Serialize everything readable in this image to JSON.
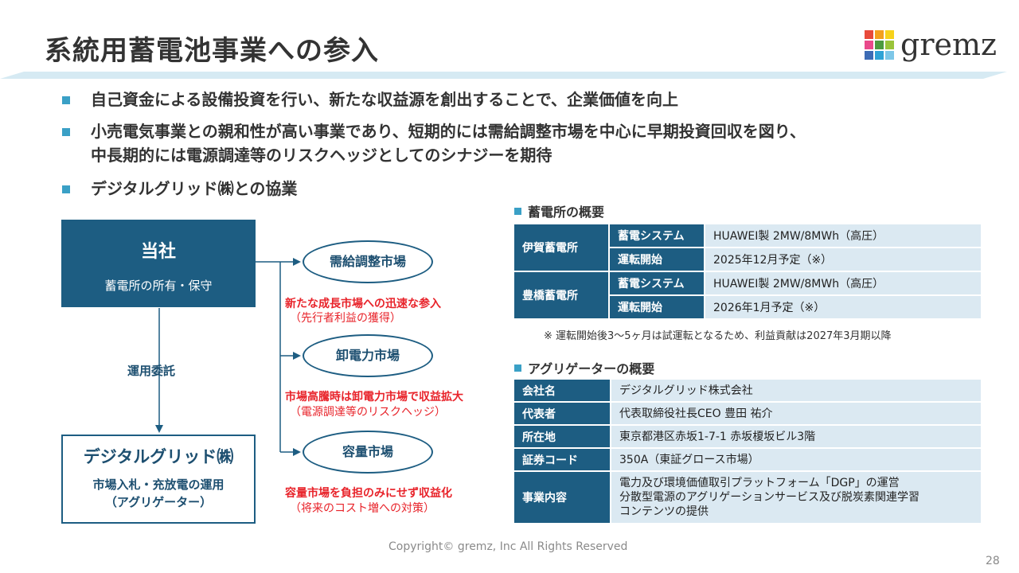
{
  "title": "系統用蓄電池事業への参入",
  "logo": {
    "text": "gremz",
    "colors": [
      "#e84a3b",
      "#f3a01d",
      "#f7d21b",
      "#e9498b",
      "#4c9a3f",
      "#9ac43a",
      "#3d6cb5",
      "#2fa3d6",
      "#7dc7e8"
    ]
  },
  "theme": {
    "primary": "#1d5d82",
    "accent": "#3aa0c6",
    "red": "#e8232a",
    "light": "#dbe9f2"
  },
  "bullets": [
    {
      "lines": [
        "自己資金による設備投資を行い、新たな収益源を創出することで、企業価値を向上"
      ]
    },
    {
      "lines": [
        "小売電気事業との親和性が高い事業であり、短期的には需給調整市場を中心に早期投資回収を図り、",
        "中長期的には電源調達等のリスクヘッジとしてのシナジーを期待"
      ]
    },
    {
      "lines": [
        "デジタルグリッド㈱との協業"
      ]
    }
  ],
  "diagram": {
    "company": {
      "name": "当社",
      "role": "蓄電所の所有・保守"
    },
    "delegate": "運用委託",
    "partner": {
      "name": "デジタルグリッド㈱",
      "role1": "市場入札・充放電の運用",
      "role2": "（アグリゲーター）"
    },
    "markets": [
      {
        "name": "需給調整市場",
        "note": "新たな成長市場への迅速な参入",
        "sub": "（先行者利益の獲得）"
      },
      {
        "name": "卸電力市場",
        "note": "市場高騰時は卸電力市場で収益拡大",
        "sub": "（電源調達等のリスクヘッジ）"
      },
      {
        "name": "容量市場",
        "note": "容量市場を負担のみにせず収益化",
        "sub": "（将来のコスト増への対策）"
      }
    ]
  },
  "storage": {
    "title": "蓄電所の概要",
    "sites": [
      {
        "name": "伊賀蓄電所",
        "rows": [
          {
            "label": "蓄電システム",
            "value": "HUAWEI製 2MW/8MWh（高圧）"
          },
          {
            "label": "運転開始",
            "value": "2025年12月予定（※）"
          }
        ]
      },
      {
        "name": "豊橋蓄電所",
        "rows": [
          {
            "label": "蓄電システム",
            "value": "HUAWEI製 2MW/8MWh（高圧）"
          },
          {
            "label": "運転開始",
            "value": "2026年1月予定（※）"
          }
        ]
      }
    ],
    "footnote": "※ 運転開始後3～5ヶ月は試運転となるため、利益貢献は2027年3月期以降"
  },
  "aggregator": {
    "title": "アグリゲーターの概要",
    "rows": [
      {
        "label": "会社名",
        "value": "デジタルグリッド株式会社"
      },
      {
        "label": "代表者",
        "value": "代表取締役社長CEO 豊田 祐介"
      },
      {
        "label": "所在地",
        "value": "東京都港区赤坂1-7-1 赤坂榎坂ビル3階"
      },
      {
        "label": "証券コード",
        "value": "350A（東証グロース市場）"
      }
    ],
    "business": {
      "label": "事業内容",
      "lines": [
        "電力及び環境価値取引プラットフォーム「DGP」の運営",
        "分散型電源のアグリゲーションサービス及び脱炭素関連学習",
        "コンテンツの提供"
      ]
    }
  },
  "footer": {
    "copyright": "Copyright© gremz, Inc All Rights Reserved",
    "page": "28"
  }
}
